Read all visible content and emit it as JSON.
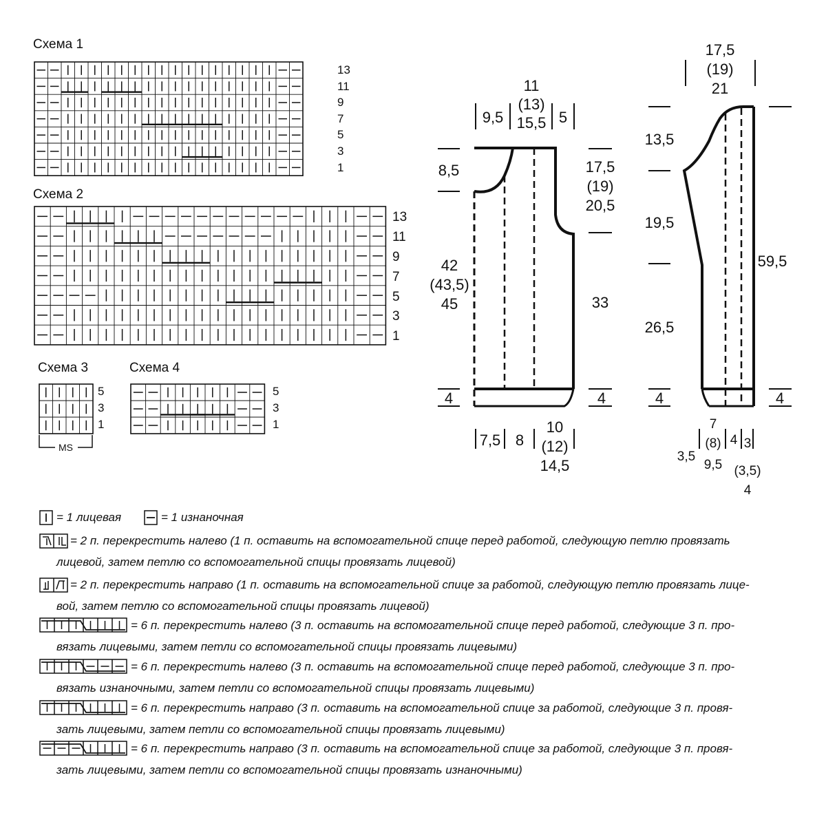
{
  "charts": [
    {
      "title": "Схема 1",
      "cols": 20,
      "rows": 7,
      "row_numbers": [
        "13",
        "11",
        "9",
        "7",
        "5",
        "3",
        "1"
      ]
    },
    {
      "title": "Схема 2",
      "cols": 22,
      "rows": 7,
      "row_numbers": [
        "13",
        "11",
        "9",
        "7",
        "5",
        "3",
        "1"
      ]
    },
    {
      "title": "Схема 3",
      "cols": 4,
      "rows": 3,
      "row_numbers": [
        "5",
        "3",
        "1"
      ],
      "repeat_label": "MS"
    },
    {
      "title": "Схема 4",
      "cols": 9,
      "rows": 3,
      "row_numbers": [
        "5",
        "3",
        "1"
      ]
    }
  ],
  "front": {
    "neck_total": [
      "11",
      "(13)",
      "15,5"
    ],
    "neck_parts": [
      "9,5",
      "5"
    ],
    "neck_depth": "8,5",
    "armhole": [
      "17,5",
      "(19)",
      "20,5"
    ],
    "height_left": [
      "42",
      "(43,5)",
      "45"
    ],
    "height_right": "33",
    "rib_left": "4",
    "rib_right": "4",
    "bottom": [
      "7,5",
      "8"
    ],
    "bottom_right": [
      "10",
      "(12)",
      "14,5"
    ]
  },
  "sleeve": {
    "top": [
      "17,5",
      "(19)",
      "21"
    ],
    "cap": "13,5",
    "mid": "19,5",
    "lower": "26,5",
    "total": "59,5",
    "rib_left": "4",
    "rib_right": "4",
    "bottom_a": "3,5",
    "bottom_b": [
      "7",
      "(8)",
      "9,5"
    ],
    "bottom_c": "4",
    "bottom_d": [
      "3",
      "(3,5)",
      "4"
    ]
  },
  "legend": [
    {
      "symbol": "knit",
      "text": "= 1 лицевая"
    },
    {
      "symbol": "purl",
      "text": "= 1 изнаночная"
    },
    {
      "symbol": "cross-left-2",
      "lines": [
        "= 2 п. перекрестить налево (1 п. оставить на вспомогательной спице перед работой, следующую петлю провязать",
        "лицевой, затем петлю со вспомогательной спицы провязать лицевой)"
      ]
    },
    {
      "symbol": "cross-right-2",
      "lines": [
        "= 2 п. перекрестить направо (1 п. оставить на вспомогательной спице за работой, следующую петлю провязать лице-",
        "вой, затем петлю со вспомогательной спицы провязать лицевой)"
      ]
    },
    {
      "symbol": "cross-left-6-knit",
      "lines": [
        "= 6 п. перекрестить налево (3 п. оставить на вспомогательной спице перед работой, следующие 3 п. про-",
        "вязать лицевыми, затем петли со вспомогательной спицы провязать лицевыми)"
      ]
    },
    {
      "symbol": "cross-left-6-purl",
      "lines": [
        "= 6 п. перекрестить налево (3 п. оставить на вспомогательной спице перед работой, следующие 3 п. про-",
        "вязать изнаночными, затем петли со вспомогательной спицы провязать лицевыми)"
      ]
    },
    {
      "symbol": "cross-right-6-knit",
      "lines": [
        "= 6 п. перекрестить направо (3 п. оставить на вспомогательной спице за работой, следующие 3 п. провя-",
        "зать лицевыми, затем петли со вспомогательной спицы провязать лицевыми)"
      ]
    },
    {
      "symbol": "cross-right-6-purl",
      "lines": [
        "= 6 п. перекрестить направо (3 п. оставить на вспомогательной спице за работой, следующие 3 п. провя-",
        "зать лицевыми, затем петли со вспомогательной спицы провязать изнаночными)"
      ]
    }
  ]
}
